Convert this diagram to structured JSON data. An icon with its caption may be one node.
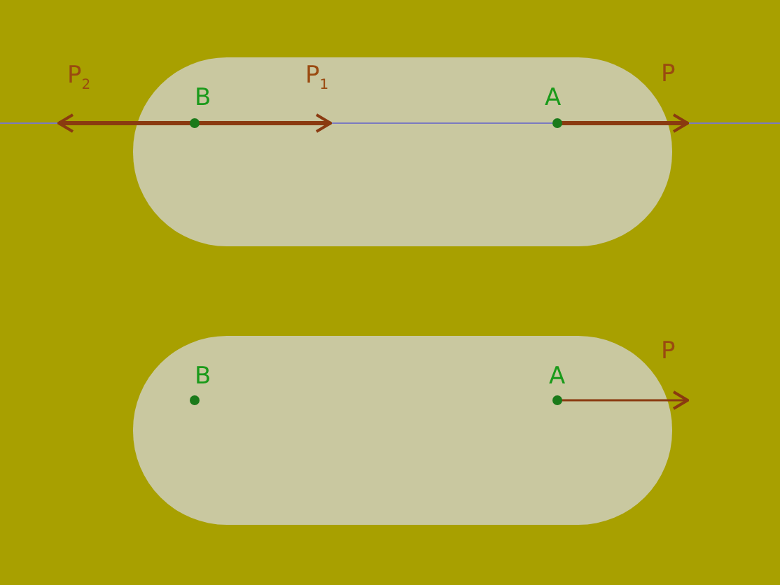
{
  "diagram": {
    "labels": [
      "P$_{2}$",
      "B",
      "P$_{1}$",
      "A",
      "P",
      "B",
      "A",
      "P"
    ]
  }
}
